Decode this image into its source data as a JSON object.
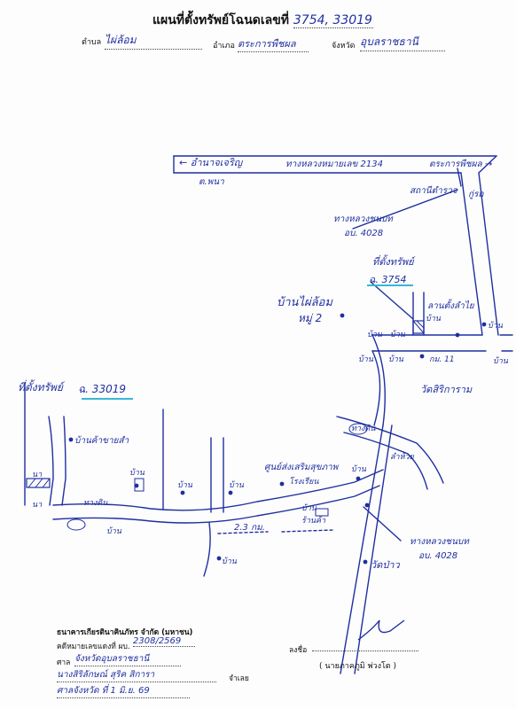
{
  "header": {
    "title_prefix": "แผนที่ตั้งทรัพย์โฉนดเลขที่",
    "deed_numbers": "3754, 33019",
    "tambon_label": "ตำบล",
    "tambon_value": "ไผ่ล้อม",
    "amphoe_label": "อำเภอ",
    "amphoe_value": "ตระการพืชผล",
    "province_label": "จังหวัด",
    "province_value": "อุบลราชธานี"
  },
  "map": {
    "road_top_left": "← อำนาจเจริญ",
    "road_top_mid": "ทางหลวงหมายเลข 2134",
    "road_top_right": "ตระการพืชผล →",
    "bus_pa_na": "ต.พนา",
    "police_station": "สถานีตำรวจ",
    "kut_rot": "กู่รถ",
    "highway_4028_top": "ทางหลวงชนบท",
    "highway_4028_top_code": "อบ. 4028",
    "plot_3754_label": "ที่ตั้งทรัพย์",
    "plot_3754_deed": "ฉ. 3754",
    "village_name": "บ้านไผ่ล้อม",
    "village_moo": "หมู่ 2",
    "field_label": "ลานตั้งลำไย",
    "house_label": "บ้าน",
    "house_label_11": "กม. 11",
    "temple_label": "วัดสิริการาม",
    "plot_33019_label": "ที่ตั้งทรัพย์",
    "plot_33019_deed": "ฉ. 33019",
    "house_shop": "บ้านค้าขายสำ",
    "health_center": "ศูนย์ส่งเสริมสุขภาพ",
    "school_label": "โรงเรียน",
    "road_dirt": "ทางดิน",
    "distance": "2.3 กม.",
    "shop_label": "ร้านค้า",
    "canal_label": "ลำห้วย",
    "highway_4028_bot": "ทางหลวงชนบท",
    "highway_4028_bot_code": "อบ. 4028",
    "temple_bottom": "วัดป่าว",
    "road_label_left": "ทางดิน",
    "na_label": "นา",
    "na_label2": "นา"
  },
  "footer": {
    "bank": "ธนาคารเกียรตินาคินภัทร จำกัด (มหาชน)",
    "case_label": "คดีหมายเลขแดงที่ ผบ.",
    "case_value": "2308/2569",
    "court_label": "ศาล",
    "court_value": "จังหวัดอุบลราชธานี",
    "defendant": "นางสิริลักษณ์ สุริค สิการา",
    "defendant_suffix": "จำเลย",
    "address": "ศาลจังหวัด ที่ 1 มิ.ย. 69",
    "sign_label": "ลงชื่อ",
    "signer": "( นายภาคภูมิ พ่วงโต )"
  }
}
